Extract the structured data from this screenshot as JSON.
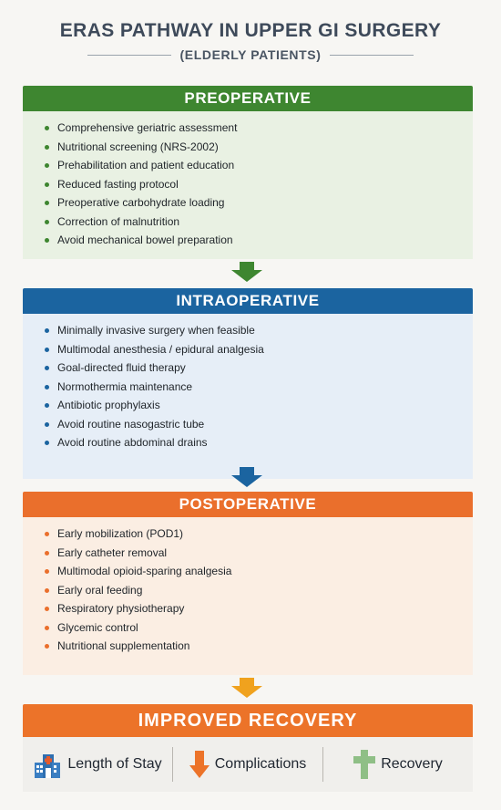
{
  "title": "ERAS PATHWAY IN UPPER GI SURGERY",
  "subtitle": "(ELDERLY PATIENTS)",
  "phases": {
    "pre": {
      "label": "PREOPERATIVE",
      "color": "#3e8630",
      "dot_color": "#3e8630",
      "items": [
        "Comprehensive geriatric assessment",
        "Nutritional screening (NRS-2002)",
        "Prehabilitation and patient education",
        "Reduced fasting protocol",
        "Preoperative carbohydrate loading",
        "Correction of malnutrition",
        "Avoid mechanical bowel preparation"
      ]
    },
    "intra": {
      "label": "INTRAOPERATIVE",
      "color": "#1b64a0",
      "dot_color": "#1b64a0",
      "items": [
        "Minimally invasive surgery when feasible",
        "Multimodal anesthesia / epidural analgesia",
        "Goal-directed fluid therapy",
        "Normothermia maintenance",
        "Antibiotic prophylaxis",
        "Avoid routine nasogastric tube",
        "Avoid routine abdominal drains"
      ]
    },
    "post": {
      "label": "POSTOPERATIVE",
      "color": "#ea6f2c",
      "dot_color": "#ea6f2c",
      "items": [
        "Early mobilization (POD1)",
        "Early catheter removal",
        "Multimodal opioid-sparing analgesia",
        "Early oral feeding",
        "Respiratory physiotherapy",
        "Glycemic control",
        "Nutritional supplementation"
      ]
    }
  },
  "outcome": {
    "label": "IMPROVED RECOVERY",
    "metrics": [
      {
        "label": "Length of Stay",
        "icon": "hospital-building-icon"
      },
      {
        "label": "Complications",
        "icon": "down-arrow-icon"
      },
      {
        "label": "Recovery",
        "icon": "medical-cross-icon"
      }
    ]
  }
}
